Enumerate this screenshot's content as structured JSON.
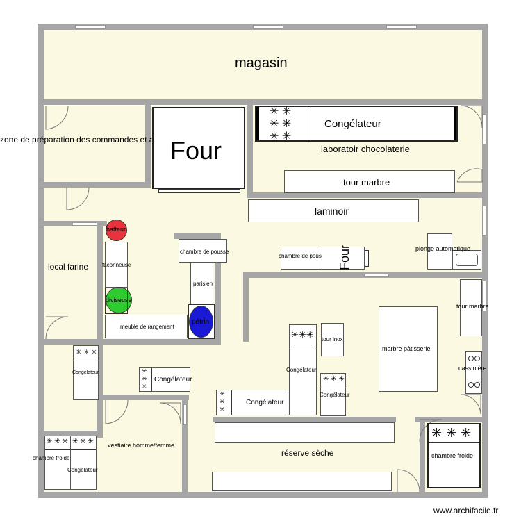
{
  "rooms": {
    "magasin": "magasin",
    "zone_preparation": "zone de préparation des commandes et autres",
    "four": "Four",
    "congelateur_labo": "Congélateur",
    "labo_chocolaterie": "laboratoir chocolaterie",
    "tour_marbre_top": "tour marbre",
    "laminoir": "laminoir",
    "batteur": "batteur",
    "faconneuse": "faconneuse",
    "diviseuse": "diviseuse",
    "meuble_rangement": "meuble de rangement",
    "petrin": "pétrin",
    "chambre_pousse_left": "chambre de pousse",
    "parisien": "parisien",
    "chambre_pousse_mid": "chambre de pousse",
    "four_small": "Four",
    "plonge": "plonge automatique",
    "local_farine": "local farine",
    "tour_marbre_right": "tour marbre",
    "marbre_patisserie": "marbre pâtisserie",
    "cassiniere": "cassinière",
    "tour_inox": "tour inox",
    "congelateur_a": "Congélateur",
    "congelateur_b": "Congélateur",
    "congelateur_c": "Congélateur",
    "congelateur_d": "Congélateur",
    "congelateur_e": "Congélateur",
    "congelateur_f": "Congélateur",
    "chambre_froide_left": "chambre froide",
    "chambre_froide_right": "chambre froide",
    "vestiaire": "vestiaire homme/femme",
    "reserve": "réserve sèche"
  },
  "watermark": "www.archifacile.fr",
  "colors": {
    "wall": "#a6a6a6",
    "floor": "#fcf9e2",
    "batteur": "#e8323c",
    "diviseuse": "#2ecc2e",
    "petrin": "#1a1ad6"
  }
}
